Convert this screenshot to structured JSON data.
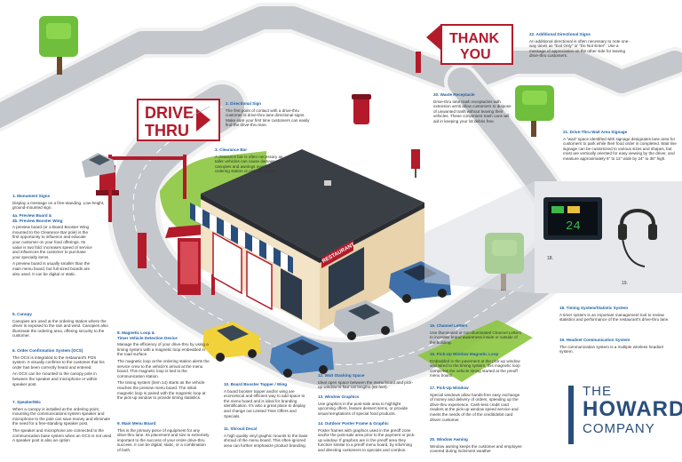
{
  "signs": {
    "drive_thru_line1": "DRIVE",
    "drive_thru_line2": "THRU",
    "thank_line1": "THANK",
    "thank_line2": "YOU",
    "restaurant": "RESTAURANT",
    "timer_value": "24"
  },
  "photo_labels": {
    "timer": "18.",
    "headset": "19."
  },
  "captions": [
    {
      "num": "1.",
      "title": "Monument Signs",
      "body": "Display a message on a free-standing. Low-height, ground-mounted sign."
    },
    {
      "num": "2.",
      "title": "Directional Sign",
      "body": "The first point of contact with a drive-thru customer is drive-thru lane directional signs. Make sure your first time customers can easily find the drive-thru lane."
    },
    {
      "num": "3.",
      "title": "Clearance Bar",
      "body": "A clearance bar is often necessary as taller vehicles can cause damage to canopies and awnings over the ordering station or pick-up station."
    },
    {
      "num": "4a.",
      "title": "Preview Board &",
      "body": ""
    },
    {
      "num": "4b.",
      "title": "Preview Booster Wing",
      "body": "A preview board (or a Board Booster Wing mounted to the Clearance Bar pole) is the first opportunity to influence and educate your customer on your food offerings. Its value is two fold: increases speed of service and influences the customer to purchase your specialty items."
    },
    {
      "num": "",
      "title": "",
      "body": "A preview board is usually smaller than the main menu board, but full sized boards are also used. It can be digital or static."
    },
    {
      "num": "5.",
      "title": "Canopy",
      "body": "Canopies are used at the ordering station where the driver is exposed to the rain and wind. Canopies also illuminate the ordering area, offering security to the customer."
    },
    {
      "num": "6.",
      "title": "Order Confirmation System (OCS)",
      "body": "The OCS is integrated to the restaurant's POS system. It visually confirms to the customer that his order has been correctly heard and entered."
    },
    {
      "num": "",
      "title": "",
      "body": "An OCS can be mounted to the canopy pole in between the speaker and microphone or within speaker post."
    },
    {
      "num": "7.",
      "title": "Speaker/Mic",
      "body": "When a canopy is installed at the ordering point, mounting the communications system speaker and microphone to the pole can save money and eliminate the need for a free-standing speaker post."
    },
    {
      "num": "",
      "title": "",
      "body": "The speaker and microphone are connected to the communication base system when an OCS is not used. A speaker post is also an option"
    },
    {
      "num": "8.",
      "title": "Magnetic Loop &",
      "body": ""
    },
    {
      "num": "",
      "title": "Timer Vehicle Detection Device",
      "body": "Manage the efficiency of your drive-thru by using a timing system with a magnetic loop embedded in the road surface."
    },
    {
      "num": "",
      "title": "",
      "body": "The magnetic loop at the ordering station alerts the service crew to the vehicle's arrival at the menu board. This magnetic loop is tied to the communication station."
    },
    {
      "num": "",
      "title": "",
      "body": "The timing system (item 14) starts as the vehicle reaches the preview menu board. The initial magnetic loop is paired with the magnetic loop at the pick-up window to provide timing statistics."
    },
    {
      "num": "9.",
      "title": "Main Menu Board",
      "body": "This is the primary piece of equipment for any drive-thru lane. Its placement and size is extremely important to the success of your entire drive-thru success. It can be digital, static, or a combination of both."
    },
    {
      "num": "10.",
      "title": "Board Booster Topper / Wing",
      "body": "A board booster topper and/or wing are economical and efficient way to add space to the menu board and is ideal for branding identification. It's also a great place to display and change out Limited Time Offers and Specials."
    },
    {
      "num": "11.",
      "title": "Shroud Decal",
      "body": "A high quality vinyl graphic mounts to the base shroud of the menu board. This often-ignored area can further emphasize product branding."
    },
    {
      "num": "12.",
      "title": "Wait Stacking Space",
      "body": "Ideal open space between the menu board and pick-up window is four car lengths (80 feet)."
    },
    {
      "num": "13.",
      "title": "Window Graphics",
      "body": "Use graphics in the post-sale area to highlight upcoming offers, feature dessert items, or provide visual temptations of special food products."
    },
    {
      "num": "14.",
      "title": "Outdoor Poster Frame & Graphic",
      "body": "Poster frames with graphics used in the preoff zone and/or the post-sale area prior to the payment or pick-up window. If graphics are in the preoff area they function similar to a preoff menu board, by informing and directing customers to specials and combos."
    },
    {
      "num": "15.",
      "title": "Channel Letters",
      "body": "Use illuminated or non-illuminated Channel Letters to increase brand awareness inside or outside of the building."
    },
    {
      "num": "16.",
      "title": "Pick-Up Window Magnetic Loop",
      "body": "Embedded in the pavement at the pick-up window and wired to the timing system, this magnetic loop completes the vehicle timing started at the preoff menu board."
    },
    {
      "num": "17.",
      "title": "Pick-Up Window",
      "body": "Special windows allow hands-free easy exchange of money and delivery of orders, speeding up the drive-thru experience. Cash-less credit card readers at the pick-up window speed service and meets the needs of the of the credit/debit card driven customer."
    },
    {
      "num": "18.",
      "title": "Timing System/Statistic System",
      "body": "A timer system is an important management tool to review statistics and performance of the restaurant's drive-thru lane."
    },
    {
      "num": "19.",
      "title": "Headset Communication System",
      "body": "The communication system is a multiple wireless headset system."
    },
    {
      "num": "20.",
      "title": "Window Awning",
      "body": "Window awning keeps the customer and employee covered during inclement weather"
    },
    {
      "num": "20.",
      "title": "Waste Receptacle",
      "body": "Drive-thru lane trash receptacles with extension arms allow customers to dispose of unwanted trash without leaving their vehicles. These convenient trash cans will aid in keeping your lot debris free."
    },
    {
      "num": "21.",
      "title": "Drive-Thru Wait Area Signage",
      "body": "A \"wait\" space identified with signage designates lane area for customers to park while their food order is completed. Wait line signage can be customized to various sizes and shapes, but most are vertically oriented for easy viewing by the driver, and measure approximately 6\" to 12\" wide by 24\" to 36\" high."
    },
    {
      "num": "22.",
      "title": "Additional Directional Signs",
      "body": "An additional directional is often necessary to note one-way lanes as \"Exit Only\" or \"Do Not Enter\". Use a message of appreciation on the other side for leaving drive-thru customers."
    }
  ],
  "logo": {
    "line1": "THE",
    "line2": "HOWARD",
    "line3": "COMPANY"
  },
  "colors": {
    "road": "#c4c7cb",
    "road_edge": "#f7f7f7",
    "grass": "#8cc63f",
    "accent_red": "#b31b2b",
    "roof": "#3a3f45",
    "wall": "#f3e3c7",
    "brand_blue": "#1f5fa8",
    "logo_blue": "#2a4e7c"
  }
}
